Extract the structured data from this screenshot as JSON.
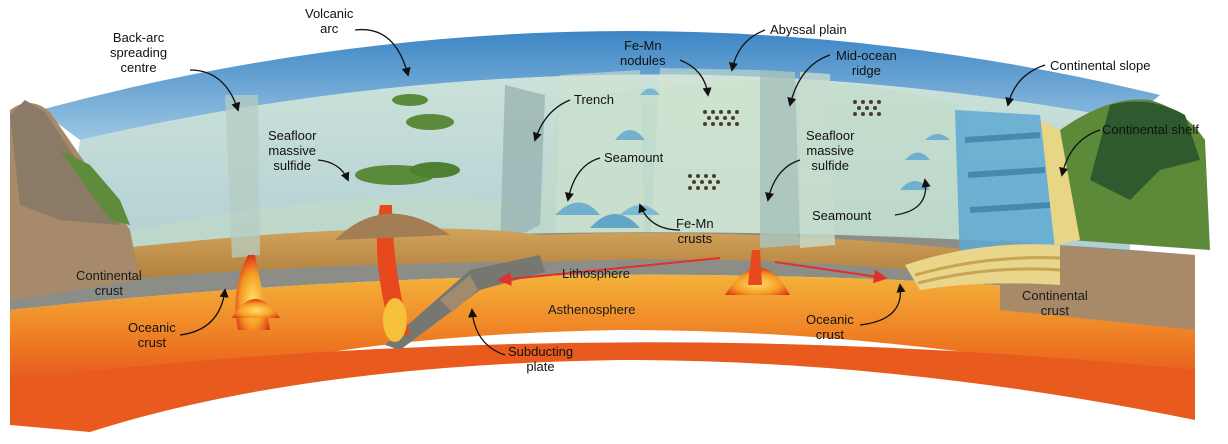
{
  "labels": {
    "back_arc": "Back-arc\nspreading\ncentre",
    "volcanic_arc": "Volcanic\narc",
    "seafloor_sulfide_left": "Seafloor\nmassive\nsulfide",
    "fe_mn_nodules": "Fe-Mn\nnodules",
    "abyssal_plain": "Abyssal plain",
    "mid_ocean_ridge": "Mid-ocean\nridge",
    "continental_slope": "Continental slope",
    "continental_shelf": "Continental shelf",
    "trench": "Trench",
    "seamount_center": "Seamount",
    "seafloor_sulfide_right": "Seafloor\nmassive\nsulfide",
    "seamount_right": "Seamount",
    "fe_mn_crusts": "Fe-Mn\ncrusts",
    "lithosphere": "Lithosphere",
    "asthenosphere": "Asthenosphere",
    "continental_crust_left": "Continental\ncrust",
    "continental_crust_right": "Continental\ncrust",
    "oceanic_crust_left": "Oceanic\ncrust",
    "oceanic_crust_right": "Oceanic\ncrust",
    "subducting_plate": "Subducting\nplate"
  },
  "colors": {
    "ocean_surface": "#5f9fd0",
    "water": "#bcd6cf",
    "seafloor": "#c3d9c6",
    "lithosphere": "#8a8a86",
    "asthenosphere": "#f08a2a",
    "magma": "#e83b1e",
    "crust": "#c8944a",
    "continent": "#a98a68",
    "vegetation": "#4e8a3a",
    "shelf_sand": "#e8d88a",
    "arrow_red": "#e0302a"
  }
}
